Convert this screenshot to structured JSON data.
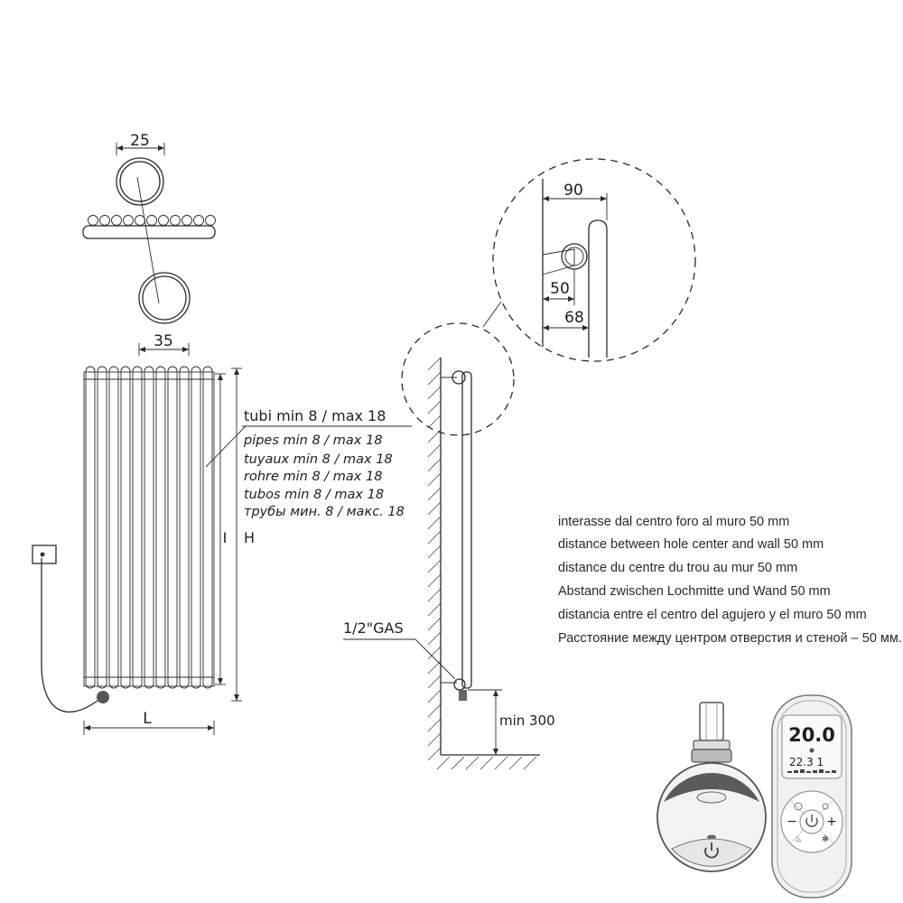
{
  "dimensions": {
    "tube_diameter": "25",
    "radiator_depth": "35",
    "bracket_depth": "90",
    "hole_to_wall": "50",
    "wall_to_radiator": "68",
    "width": "L",
    "interaxis": "I",
    "height": "H",
    "floor_distance": "min 300",
    "connection": "1/2\"GAS"
  },
  "pipes_note": [
    "tubi min 8 / max 18",
    "pipes min 8 / max 18",
    "tuyaux min 8 / max 18",
    "rohre min 8 / max 18",
    "tubos min 8 / max 18",
    "трубы мин. 8 / макс. 18"
  ],
  "distance_note": [
    "interasse dal centro foro al muro 50 mm",
    "distance between hole center and wall 50 mm",
    "distance du centre du trou au mur 50 mm",
    "Abstand zwischen Lochmitte und Wand 50 mm",
    "distancia entre el centro del agujero y el muro 50 mm",
    "Расстояние между центром отверстия и стеной – 50 мм."
  ],
  "remote": {
    "set_temp": "20.0",
    "room_temp": "22.3 1"
  },
  "icons": [
    "power-icon",
    "plus-icon",
    "minus-icon",
    "clock-icon",
    "sun-icon",
    "snowflake-icon",
    "drop-icon"
  ]
}
